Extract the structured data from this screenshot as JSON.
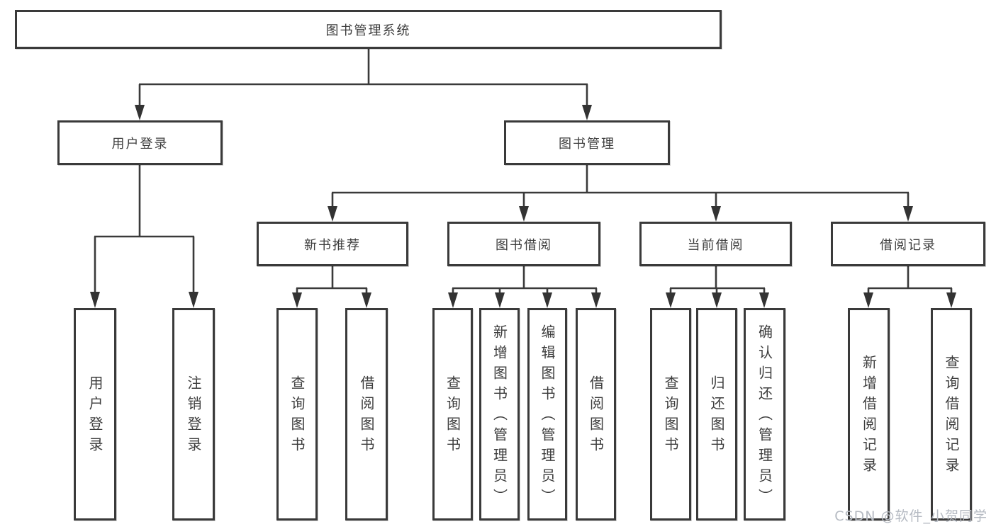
{
  "diagram": {
    "title": "图书管理系统",
    "root": {
      "label": "图书管理系统"
    },
    "level2": {
      "user_login": {
        "label": "用户登录"
      },
      "book_management": {
        "label": "图书管理"
      }
    },
    "level3": {
      "new_book_recommend": {
        "label": "新书推荐"
      },
      "book_borrow": {
        "label": "图书借阅"
      },
      "current_borrow": {
        "label": "当前借阅"
      },
      "borrow_records": {
        "label": "借阅记录"
      }
    },
    "leaves": {
      "user_login": "用户登录",
      "logout": "注销登录",
      "nb_query_books": "查询图书",
      "nb_borrow_books": "借阅图书",
      "bb_query_books": "查询图书",
      "bb_add_books_admin": "新增图书（管理员）",
      "bb_edit_books_admin": "编辑图书（管理员）",
      "bb_borrow_books": "借阅图书",
      "cb_query_books": "查询图书",
      "cb_return_books": "归还图书",
      "cb_confirm_return_admin": "确认归还（管理员）",
      "br_add_record": "新增借阅记录",
      "br_query_record": "查询借阅记录"
    }
  },
  "watermark": "CSDN @软件_小贺同学",
  "colors": {
    "line": "#3a3a3a",
    "box_border": "#3a3a3a",
    "text": "#3d3d3d",
    "watermark": "#b5bac2",
    "background": "#ffffff"
  }
}
